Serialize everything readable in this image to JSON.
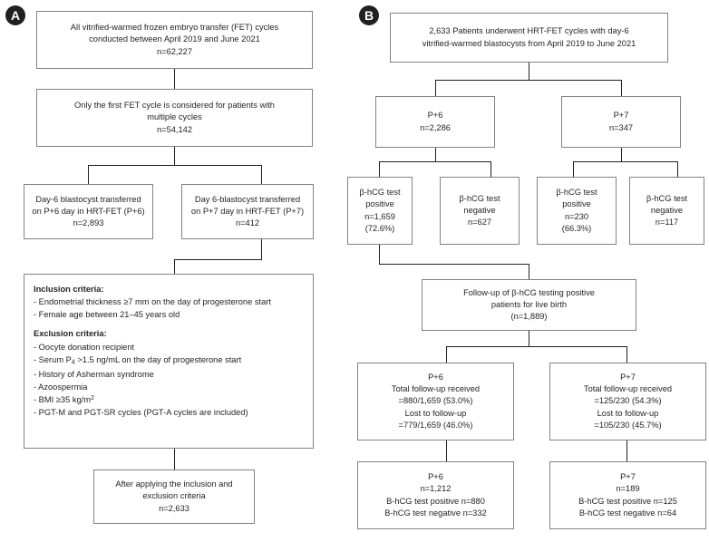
{
  "figure": {
    "type": "flowchart",
    "panels": [
      "A",
      "B"
    ]
  },
  "panelA": {
    "badge": "A",
    "boxes": {
      "all_fet": {
        "line1": "All vitrified-warmed frozen embryo transfer (FET) cycles",
        "line2": "conducted between April 2019 and June 2021",
        "line3": "n=62,227"
      },
      "first_cycle": {
        "line1": "Only the first FET cycle is considered for patients with",
        "line2": "multiple cycles",
        "line3": "n=54,142"
      },
      "p6": {
        "line1": "Day-6 blastocyst transferred",
        "line2": "on P+6 day in HRT-FET (P+6)",
        "line3": "n=2,893"
      },
      "p7": {
        "line1": "Day 6-blastocyst transferred",
        "line2": "on P+7 day in HRT-FET (P+7)",
        "line3": "n=412"
      },
      "criteria": {
        "inclusion_head": "Inclusion criteria:",
        "inclusion_1": "- Endometrial thickness ≥7 mm on the day of progesterone start",
        "inclusion_2": "- Female age between 21–45 years old",
        "exclusion_head": "Exclusion criteria:",
        "exclusion_1": "- Oocyte donation recipient",
        "exclusion_2_pre": "- Serum P",
        "exclusion_2_sub": "4",
        "exclusion_2_post": " >1.5 ng/mL on the day of progesterone start",
        "exclusion_3": "- History of Asherman syndrome",
        "exclusion_4": "- Azoospermia",
        "exclusion_5_pre": "- BMI ≥35 kg/m",
        "exclusion_5_sup": "2",
        "exclusion_6": "- PGT-M and PGT-SR cycles (PGT-A cycles are included)"
      },
      "final": {
        "line1": "After applying the inclusion and",
        "line2": "exclusion criteria",
        "line3": "n=2,633"
      }
    }
  },
  "panelB": {
    "badge": "B",
    "boxes": {
      "cohort": {
        "line1": "2,633 Patients underwent HRT-FET cycles with day-6",
        "line2": "vitrified-warmed blastocysts from April 2019 to June 2021"
      },
      "p6_group": {
        "line1": "P+6",
        "line2": "n=2,286"
      },
      "p7_group": {
        "line1": "P+7",
        "line2": "n=347"
      },
      "p6_pos": {
        "line1": "β-hCG test",
        "line2": "positive",
        "line3": "n=1,659",
        "line4": "(72.6%)"
      },
      "p6_neg": {
        "line1": "β-hCG test",
        "line2": "negative",
        "line3": "n=627"
      },
      "p7_pos": {
        "line1": "β-hCG test",
        "line2": "positive",
        "line3": "n=230",
        "line4": "(66.3%)"
      },
      "p7_neg": {
        "line1": "β-hCG test",
        "line2": "negative",
        "line3": "n=117"
      },
      "followup": {
        "line1": "Follow-up of β-hCG testing positive",
        "line2": "patients for live birth",
        "line3": "(n=1,889)"
      },
      "p6_followup": {
        "line1": "P+6",
        "line2": "Total follow-up received",
        "line3": "=880/1,659 (53.0%)",
        "line4": "Lost to follow-up",
        "line5": "=779/1,659 (46.0%)"
      },
      "p7_followup": {
        "line1": "P+7",
        "line2": "Total follow-up received",
        "line3": "=125/230 (54.3%)",
        "line4": "Lost to follow-up",
        "line5": "=105/230 (45.7%)"
      },
      "p6_final": {
        "line1": "P+6",
        "line2": "n=1,212",
        "line3": "B-hCG test positive n=880",
        "line4": "B-hCG test negative n=332"
      },
      "p7_final": {
        "line1": "P+7",
        "line2": "n=189",
        "line3": "B-hCG test positive n=125",
        "line4": "B-hCG test negative n=64"
      }
    }
  },
  "colors": {
    "box_border": "#808285",
    "line": "#231f20",
    "text": "#231f20",
    "badge_bg": "#231f20",
    "badge_fg": "#ffffff"
  }
}
